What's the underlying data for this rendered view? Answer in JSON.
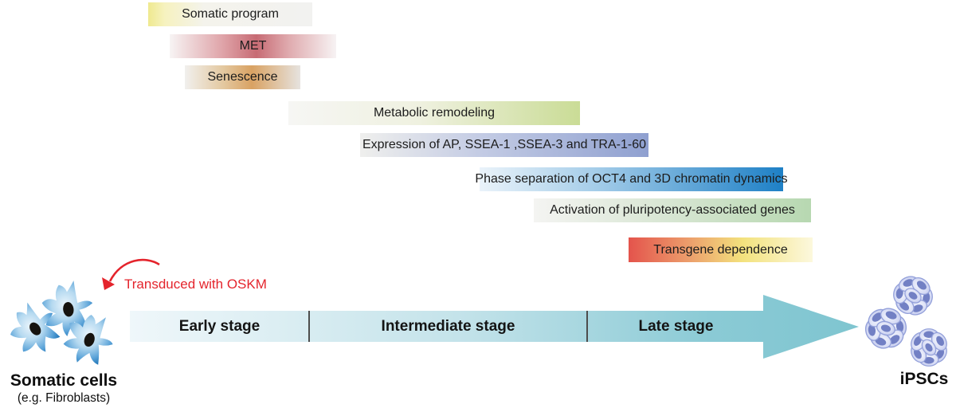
{
  "figure": {
    "description": "Timeline diagram of somatic cell reprogramming to iPSCs with stage-specific events"
  },
  "bars": [
    {
      "label": "Somatic program",
      "color_start": "#efe98f",
      "color_end": "#f2f2f0"
    },
    {
      "label": "MET",
      "color_start": "#f7f4f4",
      "color_mid": "#c76b74",
      "color_end": "#f7f3f4"
    },
    {
      "label": "Senescence",
      "color_start": "#f1f0ee",
      "color_mid": "#d9a263",
      "color_end": "#e6e3df"
    },
    {
      "label": "Metabolic remodeling",
      "color_start": "#f6f6f4",
      "color_end": "#cadc96"
    },
    {
      "label": "Expression of AP, SSEA-1 ,SSEA-3 and TRA-1-60",
      "color_start": "#efefed",
      "color_end": "#8fa0d0"
    },
    {
      "label": "Phase separation of OCT4 and 3D chromatin dynamics",
      "color_start": "#eaf3fa",
      "color_end": "#1e80c6"
    },
    {
      "label": "Activation of pluripotency-associated genes",
      "color_start": "#f4f4f2",
      "color_end": "#b7d8b1"
    },
    {
      "label": "Transgene dependence",
      "color_start": "#e4544c",
      "color_mid": "#f3e27d",
      "color_end": "#fcf8dd"
    }
  ],
  "timeline": {
    "stages": [
      {
        "label": "Early stage"
      },
      {
        "label": "Intermediate stage"
      },
      {
        "label": "Late stage"
      }
    ],
    "arrow_color_start": "#eff7fa",
    "arrow_color_end": "#7fc5d0"
  },
  "annotations": {
    "transduction_label": "Transduced with OSKM",
    "transduction_color": "#e4242c"
  },
  "start_cell": {
    "label": "Somatic cells",
    "sublabel": "(e.g. Fibroblasts)",
    "illustration": "fibroblast-cells-icon",
    "cell_color": "#1d72b5"
  },
  "end_cell": {
    "label": "iPSCs",
    "illustration": "ipsc-colonies-icon",
    "cell_color": "#c5cdee"
  }
}
